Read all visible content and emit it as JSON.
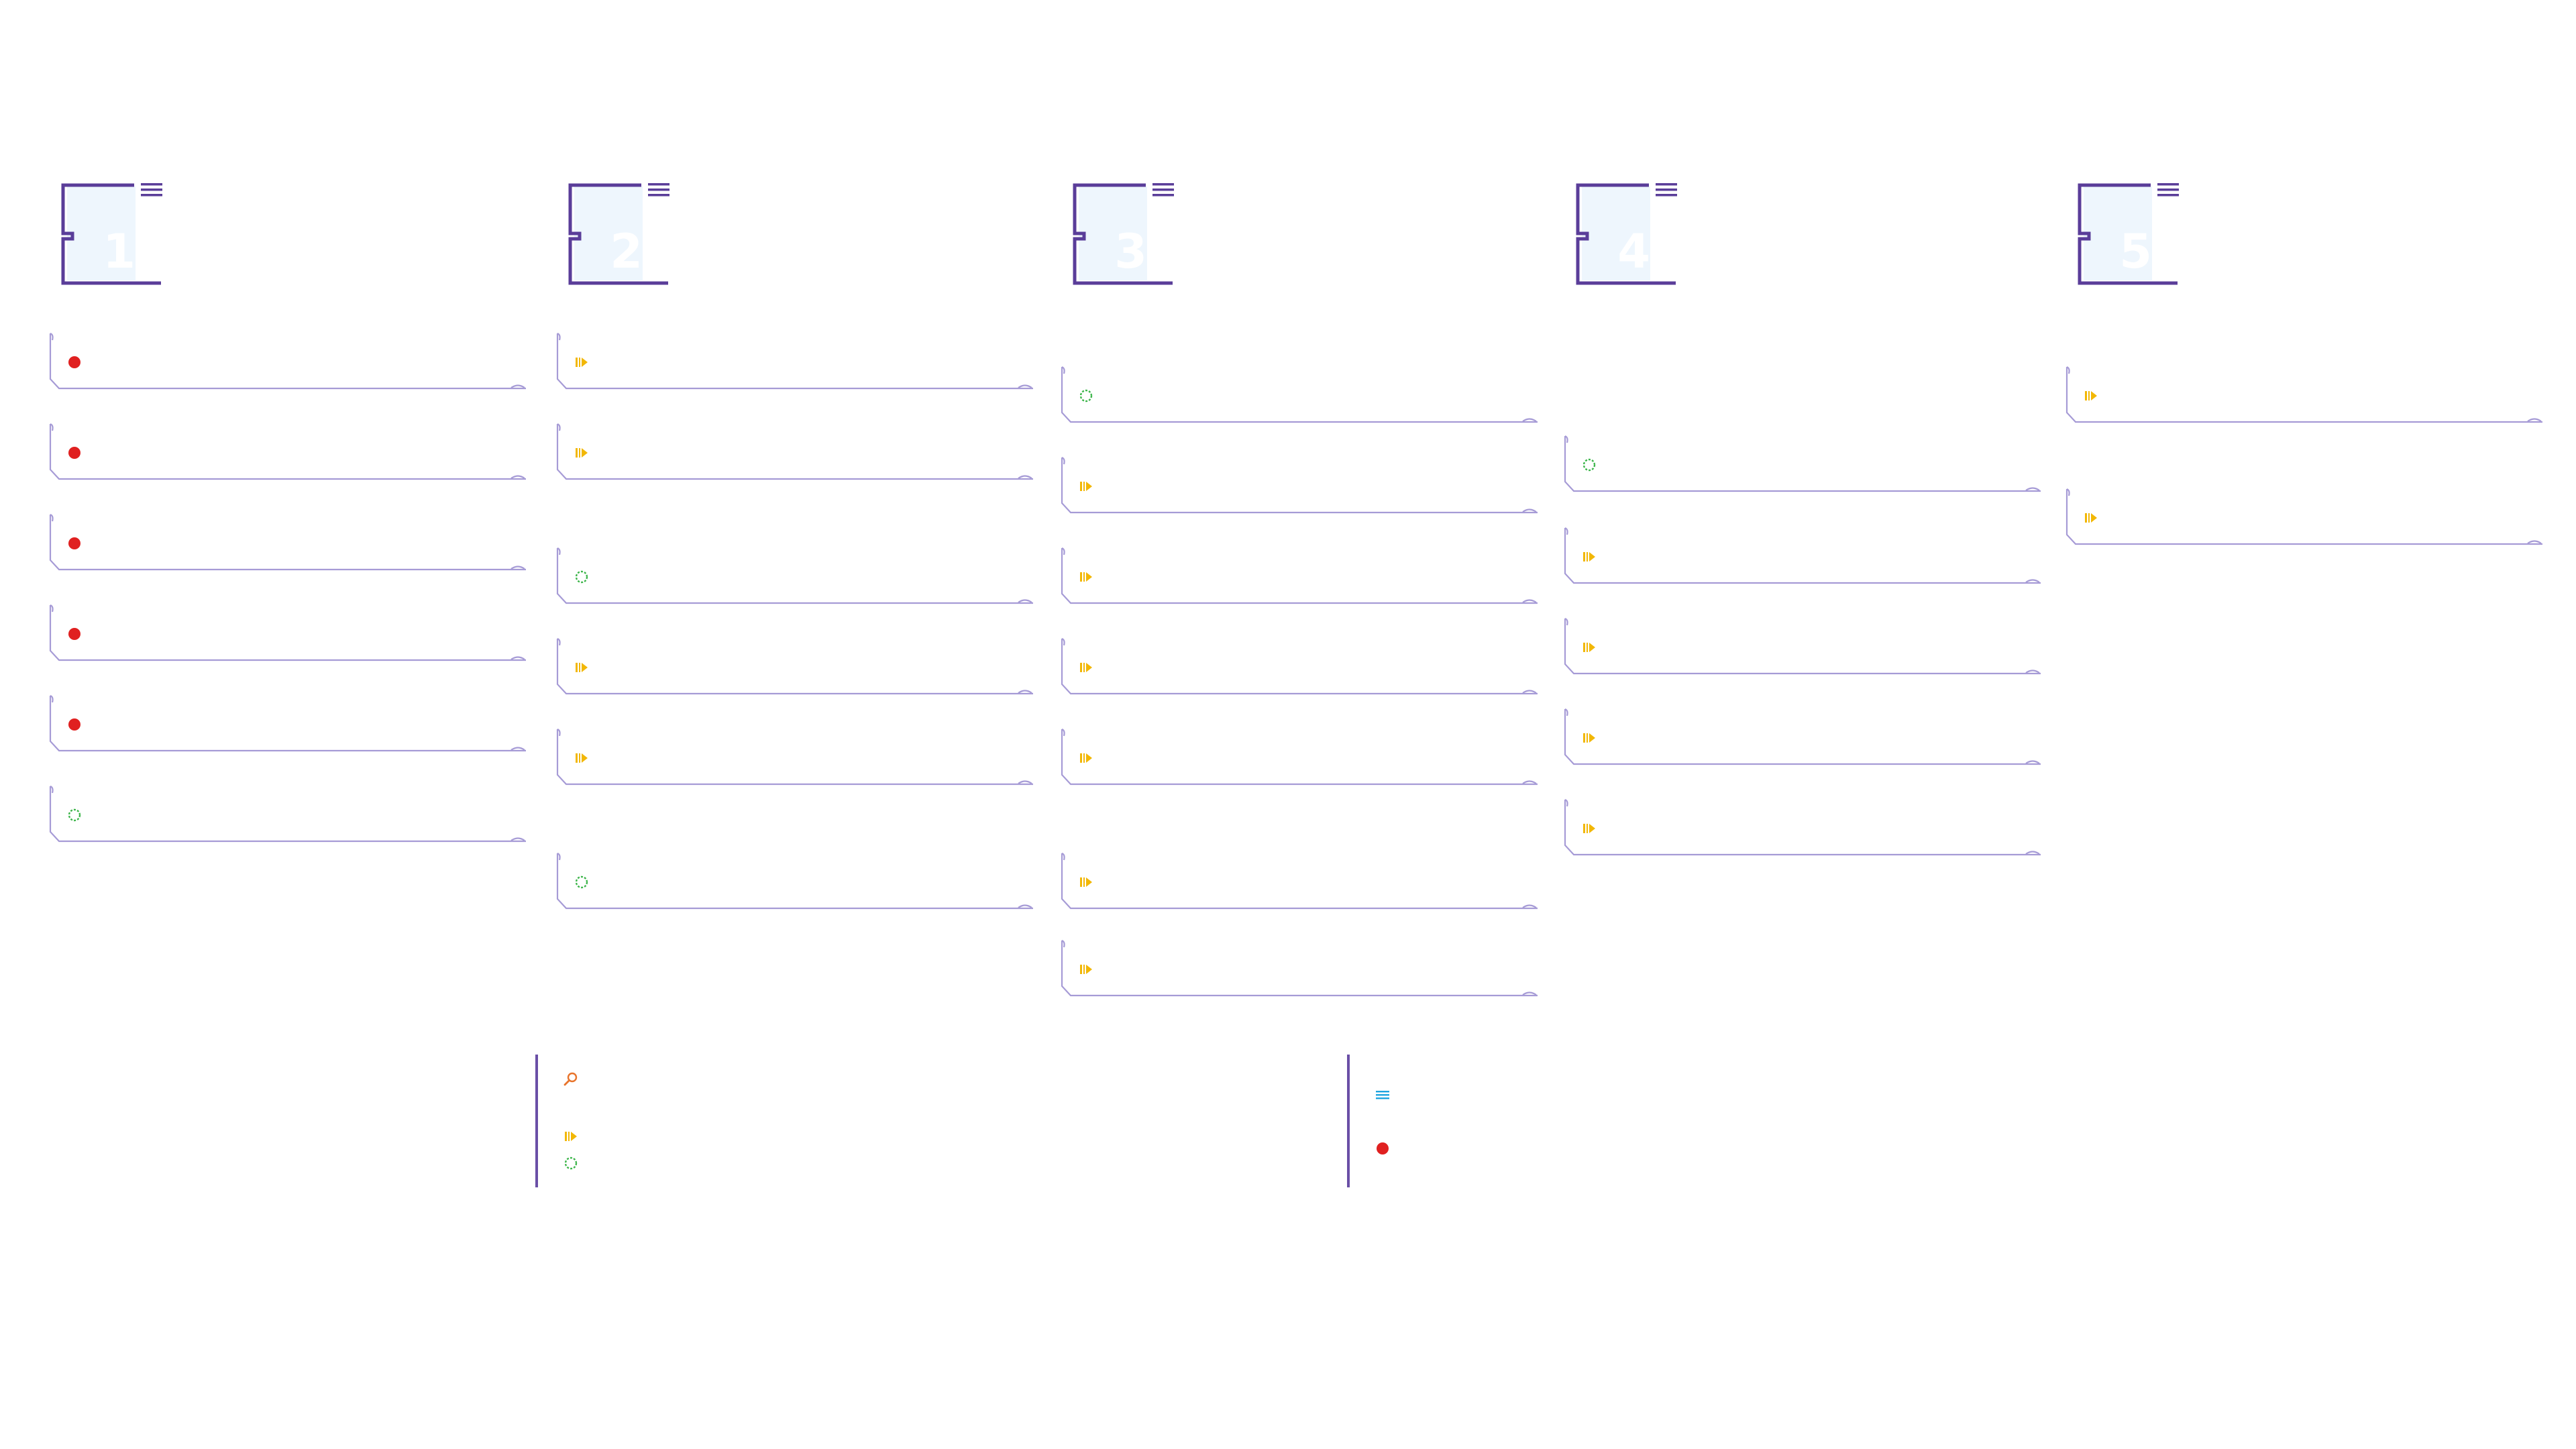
{
  "colors": {
    "accent": "#5a3d99",
    "header_fill": "#eef6fd",
    "card_border": "#a69bd6",
    "status_red": "#e02020",
    "status_yellow": "#f2b705",
    "status_green": "#3cb54a",
    "magnifier_orange": "#e8742b",
    "lines_blue": "#1ea5e0"
  },
  "columns": [
    {
      "title": "",
      "number": "1",
      "cards": [
        {
          "status": "red-dot-icon",
          "label": ""
        },
        {
          "status": "red-dot-icon",
          "label": ""
        },
        {
          "status": "red-dot-icon",
          "label": ""
        },
        {
          "status": "red-dot-icon",
          "label": ""
        },
        {
          "status": "red-dot-icon",
          "label": ""
        },
        {
          "status": "green-spinner-icon",
          "label": ""
        }
      ]
    },
    {
      "title": "",
      "number": "2",
      "cards": [
        {
          "status": "yellow-play-icon",
          "label": ""
        },
        {
          "status": "yellow-play-icon",
          "label": ""
        },
        {
          "status": "green-spinner-icon",
          "label": ""
        },
        {
          "status": "yellow-play-icon",
          "label": ""
        },
        {
          "status": "yellow-play-icon",
          "label": ""
        },
        {
          "status": "green-spinner-icon",
          "label": ""
        }
      ]
    },
    {
      "title": "",
      "number": "3",
      "cards": [
        {
          "status": "green-spinner-icon",
          "label": ""
        },
        {
          "status": "yellow-play-icon",
          "label": ""
        },
        {
          "status": "yellow-play-icon",
          "label": ""
        },
        {
          "status": "yellow-play-icon",
          "label": ""
        },
        {
          "status": "yellow-play-icon",
          "label": ""
        },
        {
          "status": "yellow-play-icon",
          "label": ""
        },
        {
          "status": "yellow-play-icon",
          "label": ""
        }
      ]
    },
    {
      "title": "",
      "number": "4",
      "cards": [
        {
          "status": "green-spinner-icon",
          "label": ""
        },
        {
          "status": "yellow-play-icon",
          "label": ""
        },
        {
          "status": "yellow-play-icon",
          "label": ""
        },
        {
          "status": "yellow-play-icon",
          "label": ""
        },
        {
          "status": "yellow-play-icon",
          "label": ""
        }
      ]
    },
    {
      "title": "",
      "number": "5",
      "cards": [
        {
          "status": "yellow-play-icon",
          "label": ""
        },
        {
          "status": "yellow-play-icon",
          "label": ""
        }
      ]
    }
  ],
  "legend": {
    "left": [
      {
        "icon": "magnifier-icon",
        "label": ""
      },
      {
        "icon": "yellow-play-icon",
        "label": ""
      },
      {
        "icon": "green-spinner-icon",
        "label": ""
      }
    ],
    "right": [
      {
        "icon": "lines-icon",
        "label": ""
      },
      {
        "icon": "red-dot-icon",
        "label": ""
      }
    ]
  }
}
